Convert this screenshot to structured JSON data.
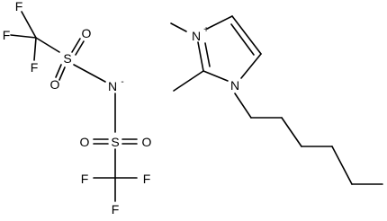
{
  "atoms": {
    "f_top1": "F",
    "f_top2": "F",
    "f_top3": "F",
    "s_top": "S",
    "o_top1": "O",
    "o_top2": "O",
    "n_sulfonyl": "N",
    "n_charge": "-",
    "s_bottom": "S",
    "o_bottom1": "O",
    "o_bottom2": "O",
    "f_bot1": "F",
    "f_bot2": "F",
    "f_bot3": "F",
    "n_ring_top": "N",
    "n_ring_top_charge": "+",
    "n_ring_bottom": "N"
  },
  "colors": {
    "ink": "#000000",
    "background": "#ffffff"
  }
}
